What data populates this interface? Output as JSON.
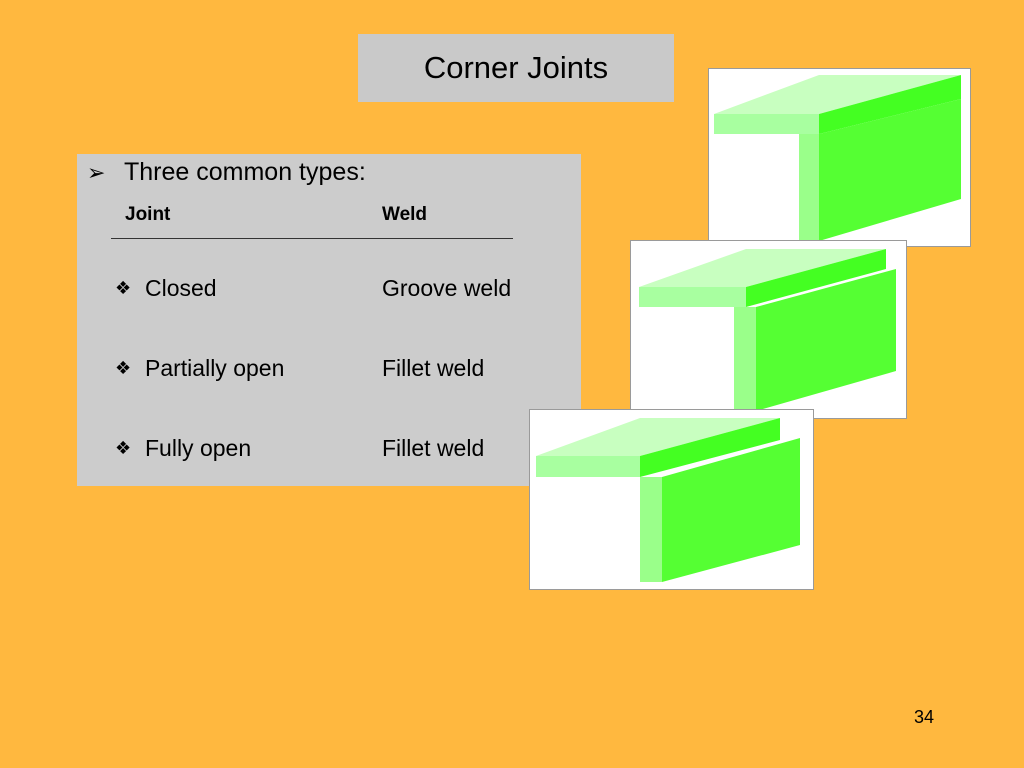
{
  "slide": {
    "title": "Corner Joints",
    "bullet_text": "Three common types:",
    "table": {
      "headers": {
        "joint": "Joint",
        "weld": "Weld"
      },
      "rows": [
        {
          "joint": "Closed",
          "weld": "Groove weld"
        },
        {
          "joint": "Partially open",
          "weld": "Fillet weld"
        },
        {
          "joint": "Fully open",
          "weld": "Fillet weld"
        }
      ]
    },
    "page_number": "34"
  },
  "icons": {
    "bullet": "arrow-bullet-icon",
    "row_bullet": "diamond-bullet-icon"
  },
  "colors": {
    "background": "#FFB83F",
    "panel": "#CCCCCC",
    "weld_green": "#55FF33",
    "weld_green_light": "#CCFFCC"
  },
  "figures": [
    {
      "label": "closed-corner-joint"
    },
    {
      "label": "partially-open-corner-joint"
    },
    {
      "label": "fully-open-corner-joint"
    }
  ]
}
